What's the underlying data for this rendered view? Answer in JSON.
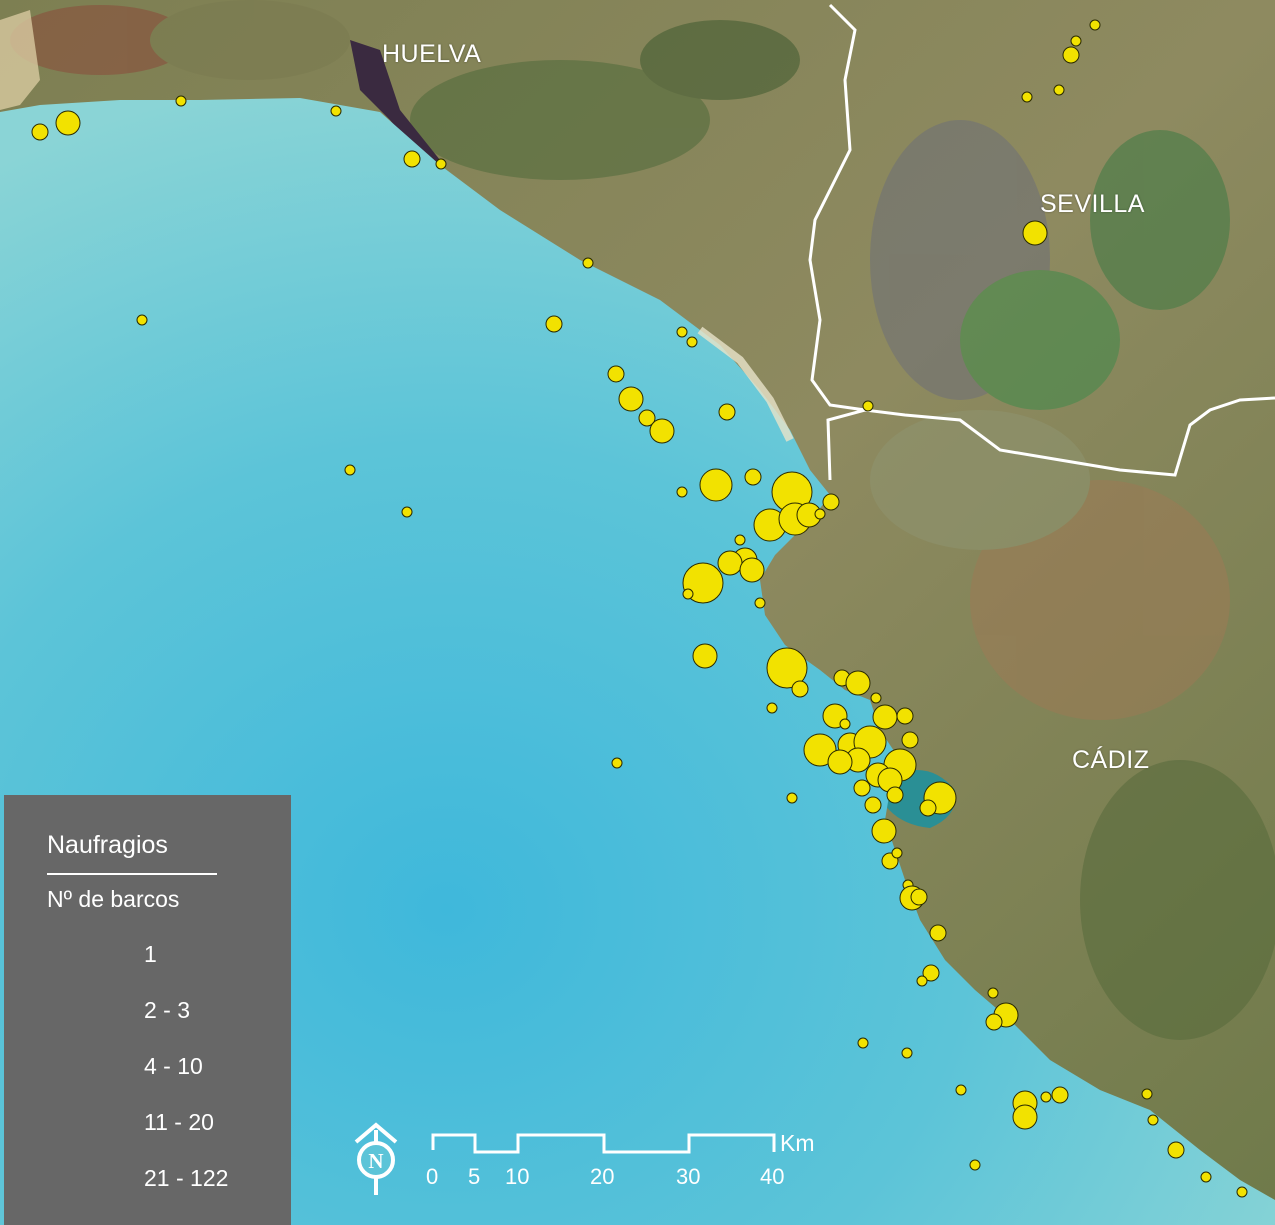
{
  "colors": {
    "sea_light": "#86d3d6",
    "sea_deep": "#3ab6d8",
    "land": "#8a8c5e",
    "marker": "#f2e200",
    "marker_stroke": "#2a2a00",
    "legend_bg": "#676767",
    "border": "#ffffff"
  },
  "map": {
    "cities": [
      {
        "name": "HUELVA"
      },
      {
        "name": "SEVILLA"
      },
      {
        "name": "CÁDIZ"
      }
    ]
  },
  "legend": {
    "title": "Naufragios",
    "subtitle": "Nº de barcos",
    "classes": [
      {
        "label": "1"
      },
      {
        "label": "2 - 3"
      },
      {
        "label": "4 - 10"
      },
      {
        "label": "11 - 20"
      },
      {
        "label": "21 - 122"
      }
    ]
  },
  "scale_bar": {
    "unit": "Km",
    "ticks": [
      "0",
      "5",
      "10",
      "20",
      "30",
      "40"
    ]
  },
  "north_arrow": {
    "letter": "N",
    "icon": "north-arrow-icon"
  }
}
